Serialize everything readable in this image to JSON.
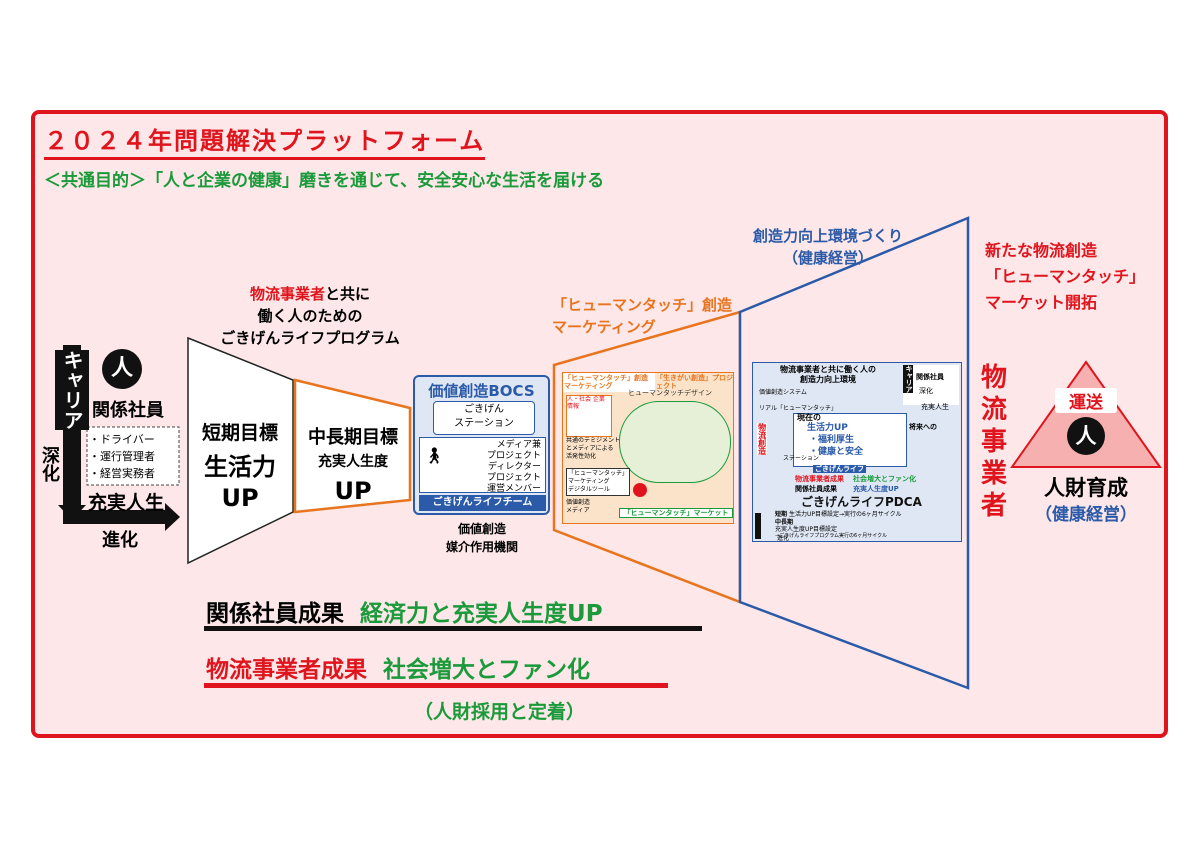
{
  "title": "２０２４年問題解決プラットフォーム",
  "purpose": "＜共通目的＞「人と企業の健康」磨きを通じて、安全安心な生活を届ける",
  "left": {
    "career": "キャリア",
    "person": "人",
    "staff": "関係社員",
    "roles": [
      "・ドライバー",
      "・運行管理者",
      "・経営実務者"
    ],
    "deepen": "深化",
    "fulfil": "充実人生",
    "evolve": "進化"
  },
  "program_caption": [
    "物流事業者と共に",
    "働く人のための",
    "ごきげんライフプログラム"
  ],
  "program_caption_red": "物流事業者",
  "short_term": [
    "短期目標",
    "生活力",
    "UP"
  ],
  "mid_term": [
    "中長期目標",
    "充実人生度",
    "UP"
  ],
  "bocs": {
    "title": "価値創造BOCS",
    "station": [
      "ごきげん",
      "ステーション"
    ],
    "roles": [
      "メディア兼",
      "プロジェクト",
      "ディレクター",
      "プロジェクト",
      "運営メンバー"
    ],
    "team": "ごきげんライフチーム",
    "caption": [
      "価値創造",
      "媒介作用機関"
    ]
  },
  "marketing_caption": [
    "「ヒューマンタッチ」創造",
    "マーケティング"
  ],
  "marketing_inner": {
    "header": "「ヒューマンタッチ」創造マーケティング",
    "header2": "「生きがい創造」プロジェクト",
    "design": "ヒューマンタッチデザイン",
    "side": [
      "共通のテミジメント",
      "とメディアによる",
      "活発性効化"
    ],
    "center": [
      "「ヒューマンタッチ」",
      "マーケティング",
      "デジタルツール"
    ],
    "media": [
      "価値創造",
      "メディア"
    ],
    "market": "「ヒューマンタッチ」マーケット"
  },
  "environment_caption": [
    "創造力向上環境づくり",
    "（健康経営）"
  ],
  "env_inner": {
    "header": [
      "物流事業者と共に働く人の",
      "創造力向上環境"
    ],
    "career": "キャリア",
    "staff": "関係社員",
    "deepen": "深化",
    "fulfil": "充実人生",
    "human_touch": "リアル「ヒューマンタッチ」",
    "system": "価値創造システム",
    "present": "現在の",
    "lines": [
      "生活力UP",
      "・福利厚生",
      "・健康と安全"
    ],
    "future": "将来への",
    "logistics_create": "物流創造",
    "station": "ステーション",
    "team": "ごきげんライフ",
    "result1": "物流事業者成果",
    "result1b": "社会増大とファン化",
    "result2": "関係社員成果",
    "result2b": "充実人生度UP",
    "pdca": "ごきげんライフPDCA",
    "short": "短期",
    "short_txt": "生活力UP目標設定→実行の6ヶ月サイクル",
    "mid": "中長期",
    "mid_txt": "充実人生度UP目標設定",
    "mid_txt2": "→ごきげんライフプログラム実行の6ヶ月サイクル",
    "evolve": "進化"
  },
  "right_caption": [
    "新たな物流創造",
    "「ヒューマンタッチ」",
    "マーケット開拓"
  ],
  "vertical_red": [
    "物",
    "流",
    "事",
    "業",
    "者"
  ],
  "triangle": {
    "top": "運送",
    "center": "人",
    "title": "人財育成",
    "subtitle": "（健康経営）"
  },
  "results": {
    "staff_label": "関係社員成果",
    "staff_value": "経済力と充実人生度UP",
    "company_label": "物流事業者成果",
    "company_value": "社会増大とファン化",
    "note": "（人財採用と定着）"
  },
  "colors": {
    "red": "#e0141c",
    "green": "#1a9a3a",
    "blue": "#2a5aa8",
    "orange": "#e8741e",
    "background": "#fde7e8"
  }
}
